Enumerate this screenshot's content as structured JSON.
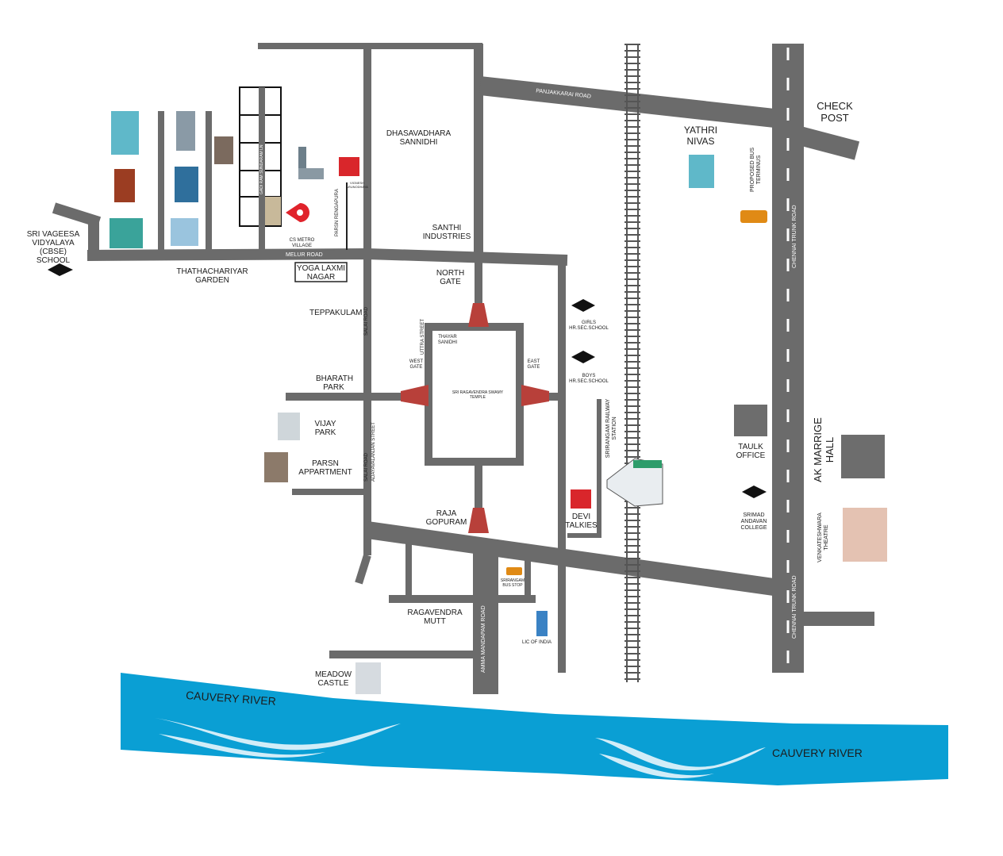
{
  "colors": {
    "road": "#6b6b6b",
    "river": "#0a9fd4",
    "rail": "#555555",
    "marker": "#e0232b"
  },
  "roads": {
    "panjakkarai": "PANJAKKARAI ROAD",
    "melur": "MELUR ROAD",
    "chennai_trunk_top": "CHENNAI TRUNK ROAD",
    "chennai_trunk_bottom": "CHENNAI TRUNK ROAD",
    "amma_mandapam": "AMMA MANDAPAM ROAD",
    "salai_top": "SALAI ROAD",
    "salai_bottom": "SALAI ROAD",
    "adayavalanjan": "ADAYAVALANJAN STREET",
    "uttra": "UTTRA STREET",
    "grid_lane": "GADI RAM SUNDARAM LN",
    "parsn_rengapura": "PARSN RENGAPURA"
  },
  "places": {
    "check_post": "CHECK POST",
    "yathri_nivas": "YATHRI NIVAS",
    "proposed_bus": "PROPOSED BUS TERMINUS",
    "dhasavadhara": "DHASAVADHARA SANNIDHI",
    "santhi": "SANTHI INDUSTRIES",
    "north_gate": "NORTH GATE",
    "vignesh": "VIGNESH ARUNODHAYA",
    "cs_metro": "CS METRO VILLAGE",
    "school_left": "SRI VAGEESA VIDYALAYA (CBSE) SCHOOL",
    "thathachariyar": "THATHACHARIYAR GARDEN",
    "yoga_laxmi": "YOGA LAXMI NAGAR",
    "teppakulam": "TEPPAKULAM",
    "thayar": "THAYAR SANIDHI",
    "west_gate": "WEST GATE",
    "east_gate": "EAST GATE",
    "temple": "SRI RAGAVENDRA SWAMY TEMPLE",
    "girls_school": "GIRLS HR.SEC.SCHOOL",
    "boys_school": "BOYS HR.SEC.SCHOOL",
    "bharath_park": "BHARATH PARK",
    "vijay_park": "VIJAY PARK",
    "parsn_appartment": "PARSN APPARTMENT",
    "railway_station": "SRIRANGAM RAILWAY STATION",
    "taulk": "TAULK OFFICE",
    "ak_hall": "AK MARRIGE HALL",
    "srimad": "SRIMAD ANDAVAN COLLEGE",
    "venkateshwara": "VENKATESHWARA THEATRE",
    "devi": "DEVI TALKIES",
    "raja_gopuram": "RAJA GOPURAM",
    "bus_stop": "SRIRANGAM BUS STOP",
    "ragavendra_mutt": "RAGAVENDRA MUTT",
    "lic": "LIC OF INDIA",
    "meadow": "MEADOW CASTLE",
    "river_left": "CAUVERY RIVER",
    "river_right": "CAUVERY RIVER"
  }
}
